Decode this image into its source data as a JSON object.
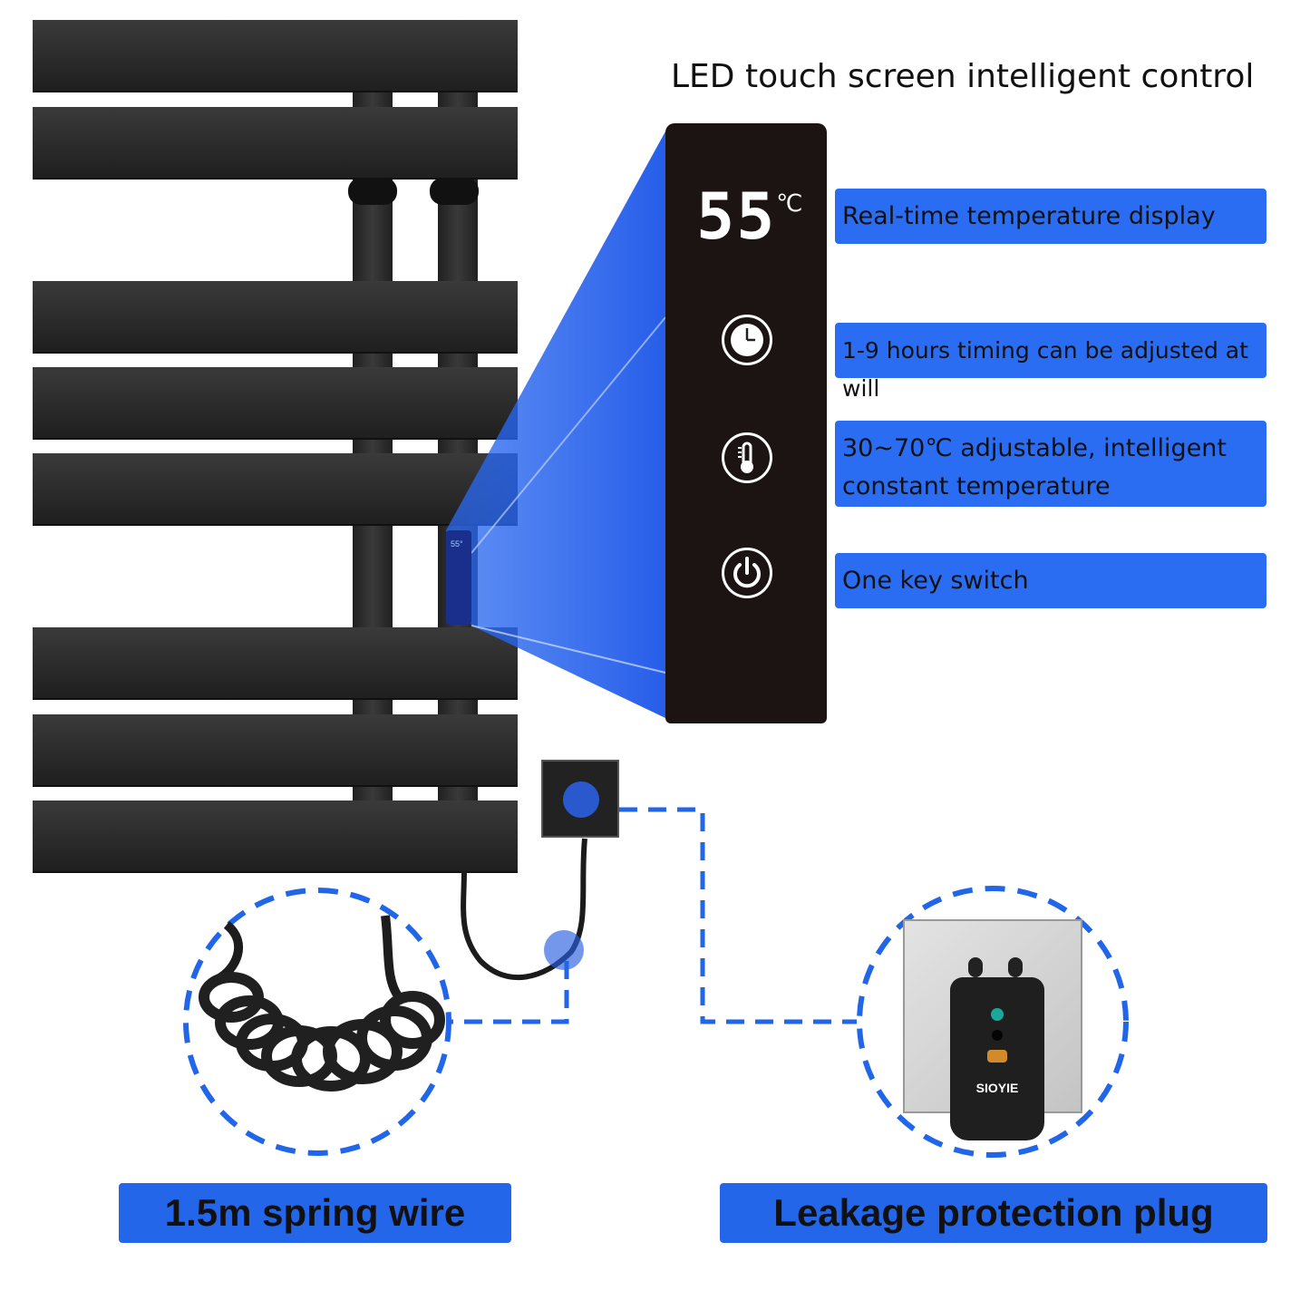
{
  "header": {
    "title": "LED touch screen intelligent control"
  },
  "display": {
    "temperature": "55",
    "unit": "℃"
  },
  "features": [
    {
      "label": "Real-time temperature display"
    },
    {
      "label": "1-9 hours timing can be adjusted at will"
    },
    {
      "label": "30~70℃ adjustable, intelligent constant temperature"
    },
    {
      "label": "One key switch"
    }
  ],
  "bottom": {
    "left_label": "1.5m spring wire",
    "right_label": "Leakage protection plug",
    "plug_brand": "SIOYIE"
  },
  "colors": {
    "accent_blue": "#2a6df2",
    "panel": "#1b1413",
    "rail": "#2e2e2e"
  },
  "icons": [
    "clock-icon",
    "thermometer-icon",
    "power-icon"
  ]
}
